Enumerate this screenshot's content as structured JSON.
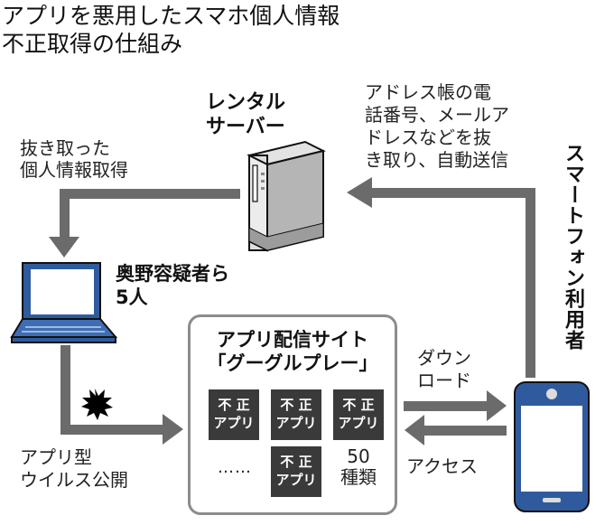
{
  "title": {
    "line1": "アプリを悪用したスマホ個人情報",
    "line2": "不正取得の仕組み"
  },
  "nodes": {
    "server": {
      "label_line1": "レンタル",
      "label_line2": "サーバー",
      "icon": "server-icon"
    },
    "suspects": {
      "label_line1": "奥野容疑者ら",
      "label_line2": "5人",
      "icon": "laptop-icon"
    },
    "smartphone_user": {
      "label": "スマートフォン利用者",
      "icon": "smartphone-icon"
    },
    "app_store": {
      "title_line1": "アプリ配信サイト",
      "title_line2": "「グーグルプレー」",
      "apps": [
        {
          "line1": "不 正",
          "line2": "アプリ"
        },
        {
          "line1": "不 正",
          "line2": "アプリ"
        },
        {
          "line1": "不 正",
          "line2": "アプリ"
        },
        {
          "line1": "不 正",
          "line2": "アプリ"
        }
      ],
      "ellipsis": "……",
      "count_line1": "50",
      "count_line2": "種類"
    }
  },
  "edges": {
    "phone_to_server": {
      "lines": [
        "アドレス帳の電",
        "話番号、メールア",
        "ドレスなどを抜",
        "き取り、自動送信"
      ]
    },
    "server_to_suspects": {
      "lines": [
        "抜き取った",
        "個人情報取得"
      ]
    },
    "suspects_to_store": {
      "lines": [
        "アプリ型",
        "ウイルス公開"
      ],
      "icon": "explosion-icon"
    },
    "store_to_phone": {
      "lines": [
        "ダウン",
        "ロード"
      ]
    },
    "phone_to_store": {
      "lines": [
        "アクセス"
      ]
    }
  },
  "colors": {
    "arrow": "#6b6b6b",
    "device_blue": "#2f5b9e",
    "bad_app": "#3a3a3a",
    "store_border": "#8c8c8c"
  }
}
